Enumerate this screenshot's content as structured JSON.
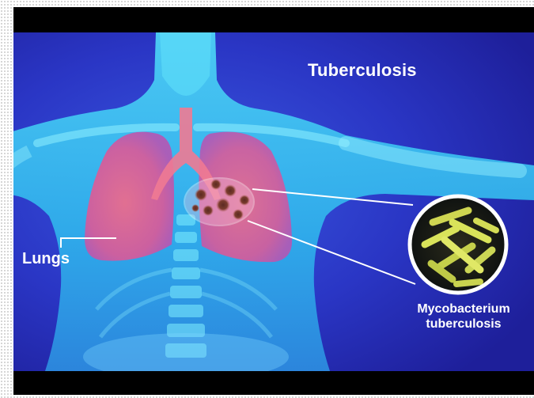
{
  "image": {
    "title": "Tuberculosis",
    "label_lungs": "Lungs",
    "label_bacterium_line1": "Mycobacterium",
    "label_bacterium_line2": "tuberculosis"
  },
  "colors": {
    "background": "#2a37c4",
    "body_glow": "#39c8f5",
    "lungs": "#e46a9c",
    "bacteria": "#d9e35a",
    "letterbox": "#000000"
  }
}
